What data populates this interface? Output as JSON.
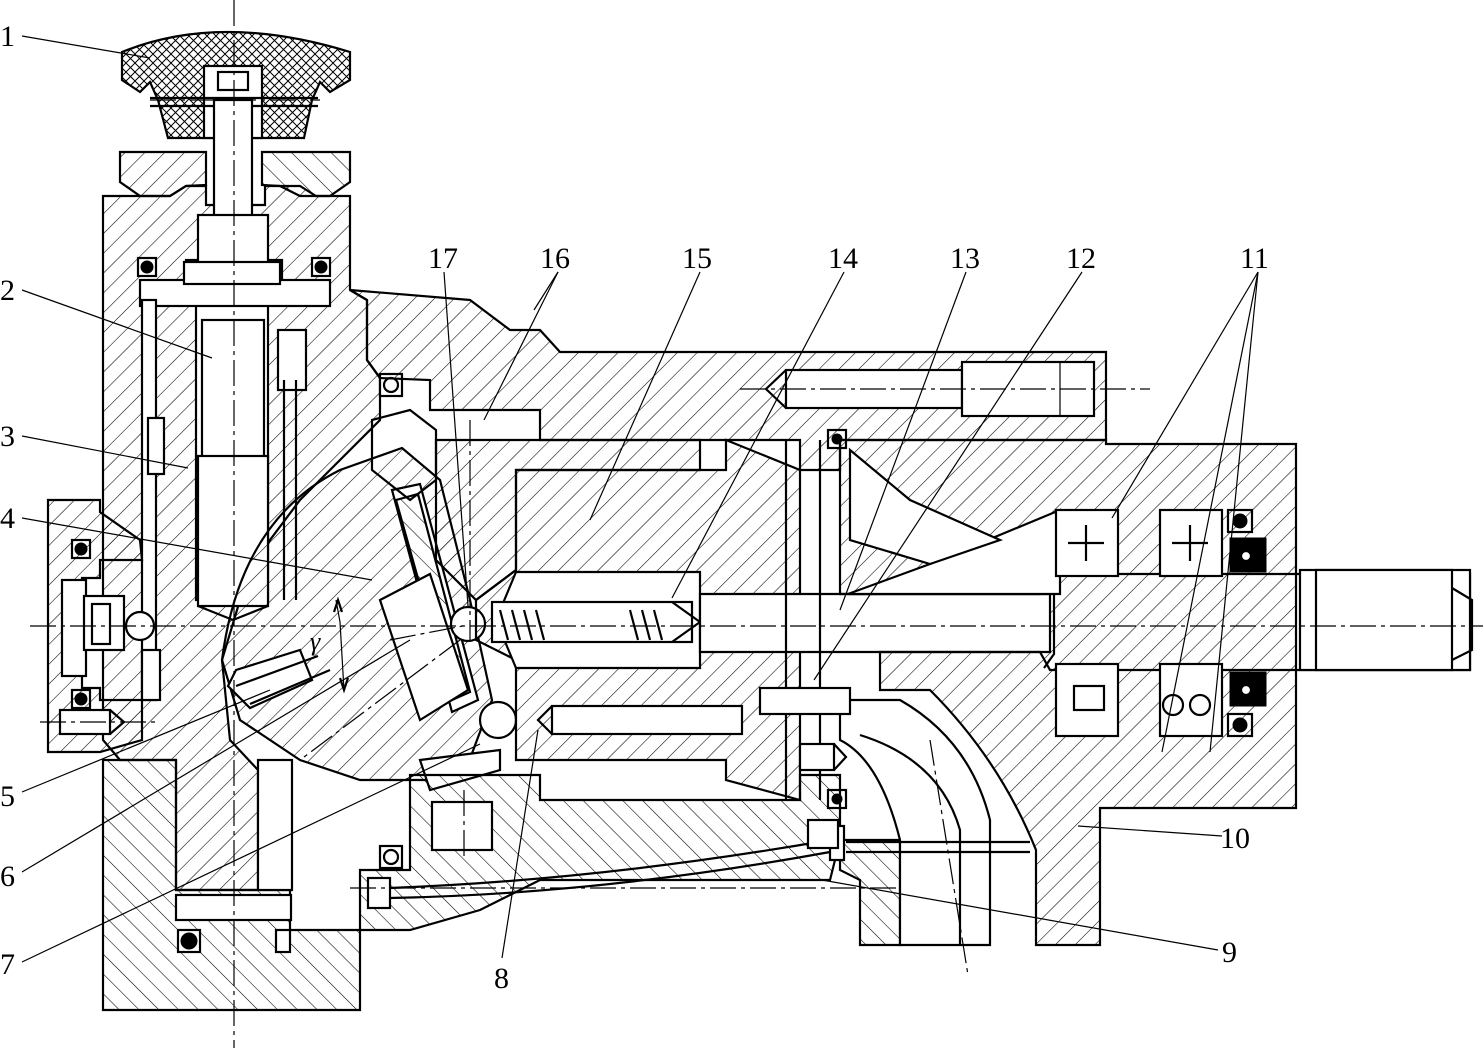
{
  "diagram": {
    "part_labels": [
      "1",
      "2",
      "3",
      "4",
      "5",
      "6",
      "7",
      "8",
      "9",
      "10",
      "11",
      "12",
      "13",
      "14",
      "15",
      "16",
      "17"
    ],
    "angle_symbol": "γ"
  }
}
